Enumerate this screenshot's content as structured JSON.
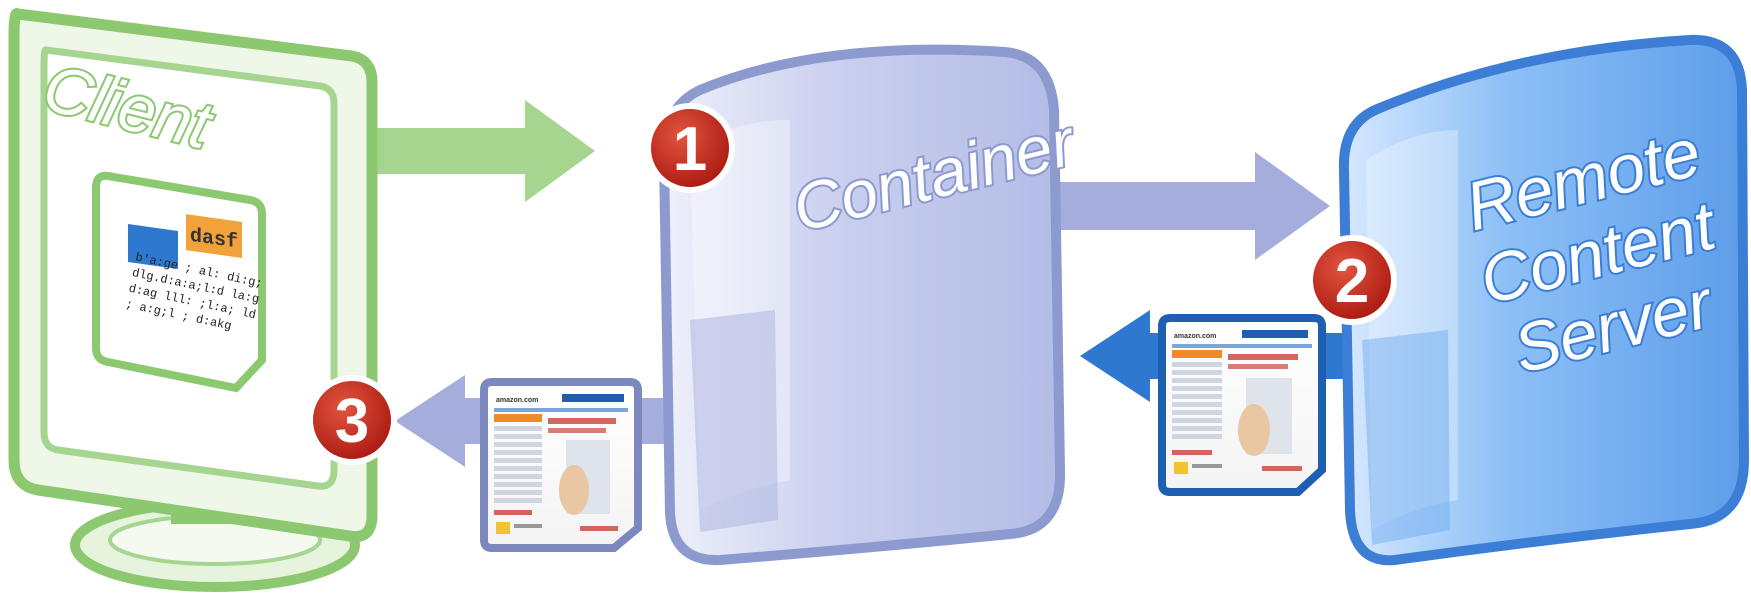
{
  "diagram": {
    "client_label": "Client",
    "container_label": "Container",
    "remote_label_lines": [
      "Remote",
      "Content",
      "Server"
    ],
    "widget_button_text": "dasf",
    "steps": [
      "1",
      "2",
      "3"
    ],
    "page_logo": "amazon.com",
    "colors": {
      "client_green": "#8cc870",
      "container_lavender": "#b4bde6",
      "remote_blue": "#3c7ed6",
      "badge_red": "#c0281c"
    }
  }
}
